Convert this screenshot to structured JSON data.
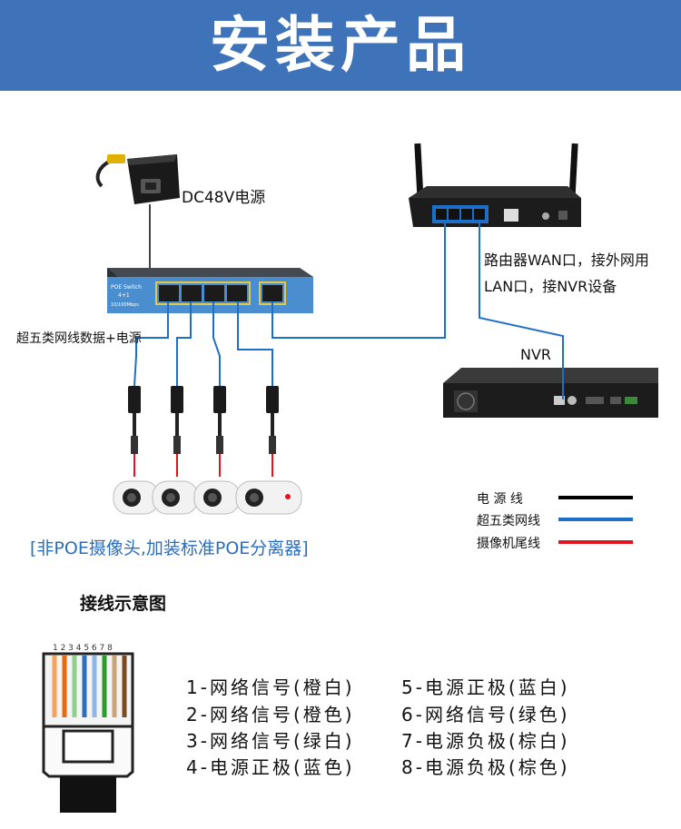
{
  "header": {
    "title": "安装产品"
  },
  "diagram": {
    "power_supply_label": "DC48V电源",
    "switch_text": {
      "brand": "POE Switch",
      "ports": "4+1",
      "speed": "10/100Mbps"
    },
    "cable_label": "超五类网线数据+电源",
    "router_label_line1": "路由器WAN口，接外网用",
    "router_label_line2": "LAN口，接NVR设备",
    "nvr_label": "NVR",
    "camera_note": "[非POE摄像头,加装标准POE分离器]"
  },
  "legend": {
    "items": [
      {
        "label": "电 源 线",
        "color": "#000000"
      },
      {
        "label": "超五类网线",
        "color": "#1e6fc8"
      },
      {
        "label": "摄像机尾线",
        "color": "#e0141e"
      }
    ]
  },
  "wiring": {
    "title": "接线示意图",
    "pin_numbers": "1 2 3 4 5 6 7 8",
    "pins_left": [
      "1-网络信号(橙白)",
      "2-网络信号(橙色)",
      "3-网络信号(绿白)",
      "4-电源正极(蓝色)"
    ],
    "pins_right": [
      "5-电源正极(蓝白)",
      "6-网络信号(绿色)",
      "7-电源负极(棕白)",
      "8-电源负极(棕色)"
    ]
  },
  "colors": {
    "banner": "#3f73b9",
    "cable_blue": "#1e6fc8",
    "tail_red": "#e0141e",
    "note_blue": "#2a6ebd"
  }
}
